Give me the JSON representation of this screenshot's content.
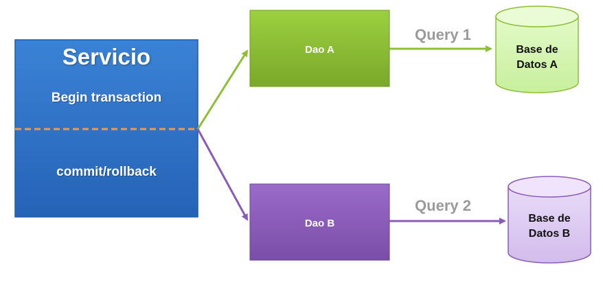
{
  "servicio": {
    "title": "Servicio",
    "begin": "Begin transaction",
    "commit": "commit/rollback"
  },
  "dao_a": {
    "label": "Dao A"
  },
  "dao_b": {
    "label": "Dao B"
  },
  "query_1": {
    "label": "Query 1"
  },
  "query_2": {
    "label": "Query 2"
  },
  "db_a": {
    "label": "Base de\nDatos A"
  },
  "db_b": {
    "label": "Base de\nDatos B"
  },
  "colors": {
    "servicio_blue": "#2f73c7",
    "dao_a_green": "#8dbf34",
    "dao_b_purple": "#8a5cb8",
    "db_a_fill": "#d8f6b6",
    "db_b_fill": "#ddc9f2",
    "divider_orange": "#f39a45",
    "query_gray": "#9a9a9a"
  }
}
